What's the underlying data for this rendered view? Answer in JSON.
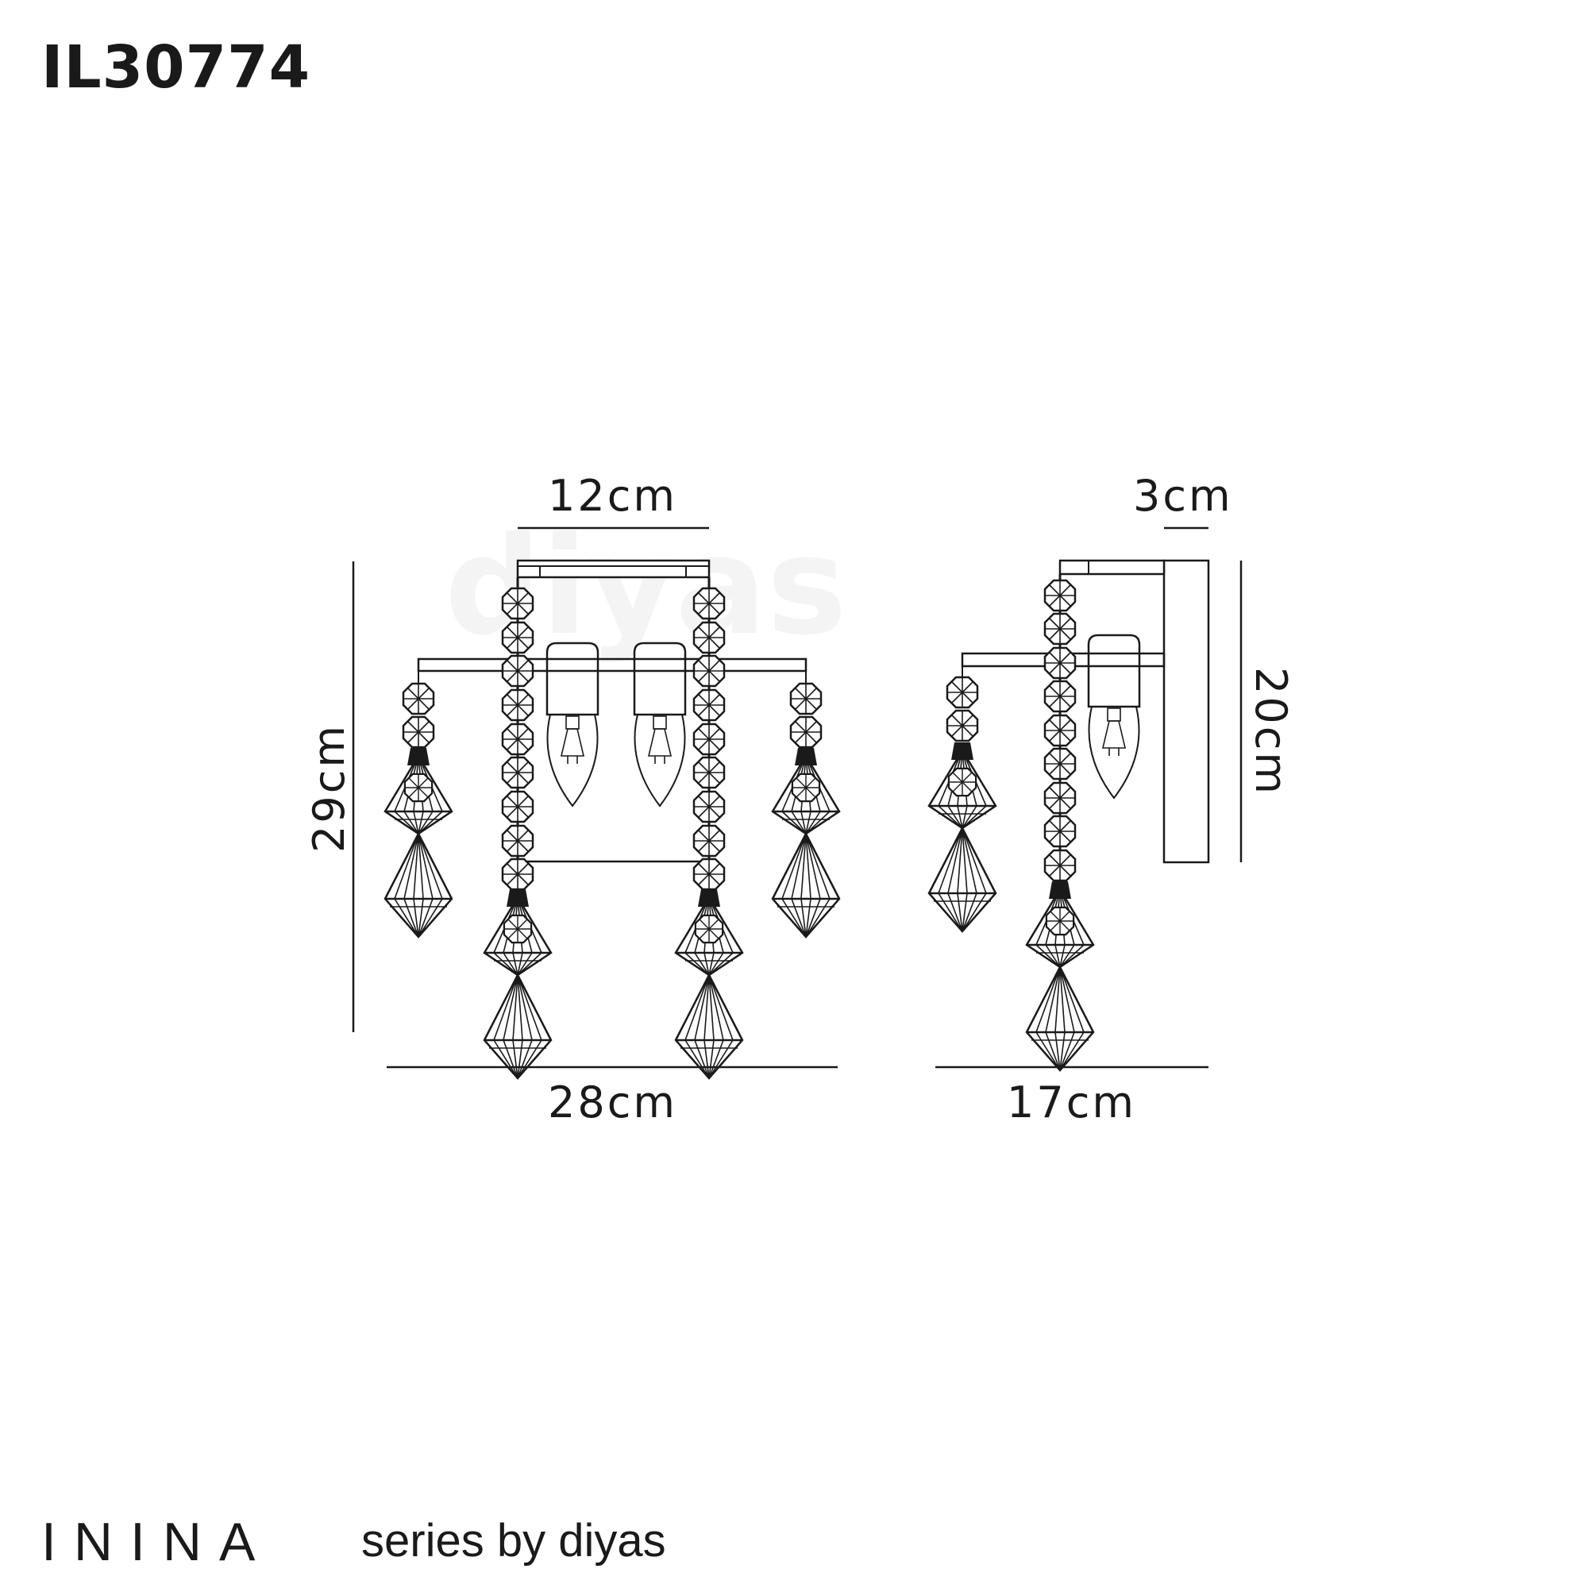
{
  "header": {
    "product_code": "IL30774"
  },
  "watermark": "diyas",
  "front_view": {
    "dimensions": {
      "top_width": "12cm",
      "height": "29cm",
      "width": "28cm"
    },
    "lamps": 2,
    "pendant_strands": 4
  },
  "side_view": {
    "dimensions": {
      "backplate_depth": "3cm",
      "backplate_height": "20cm",
      "projection": "17cm"
    },
    "lamps": 1,
    "pendant_strands": 2
  },
  "footer": {
    "series_name": "ININA",
    "series_tag": "series by diyas"
  },
  "colors": {
    "line": "#1a1a1a",
    "background": "#ffffff"
  }
}
